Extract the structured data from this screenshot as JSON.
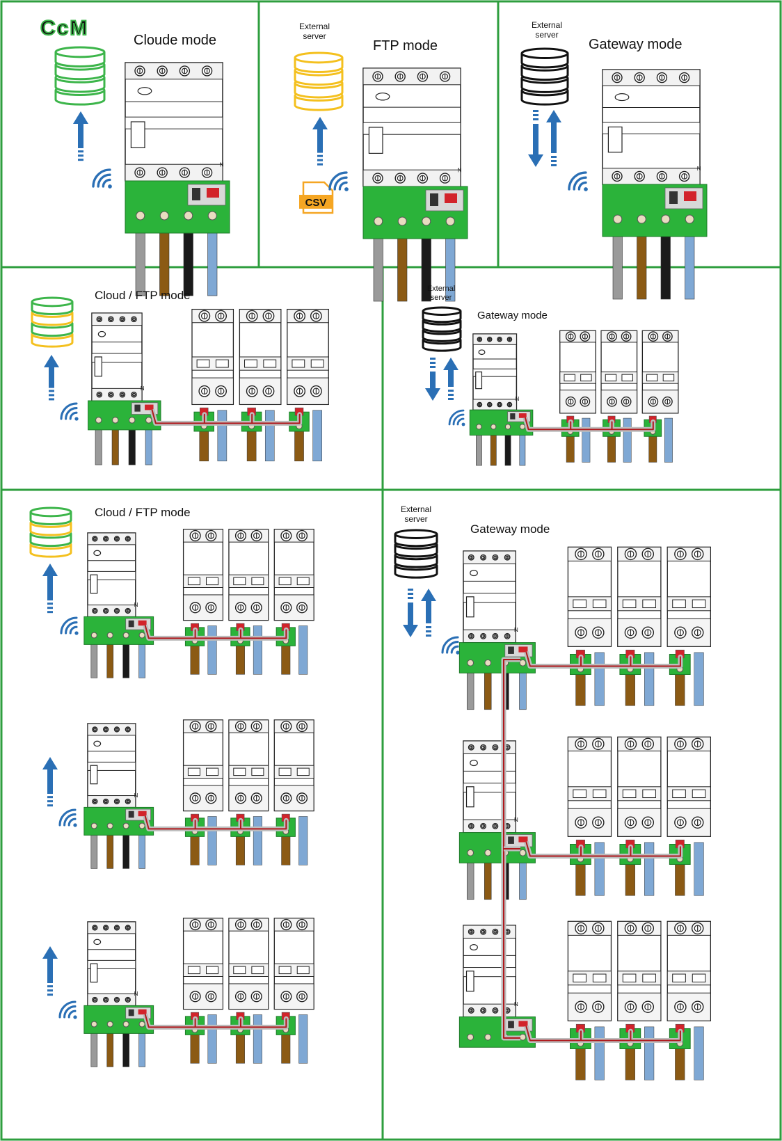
{
  "logo": {
    "text": "CcM"
  },
  "labels": {
    "external_server": [
      "External",
      "server"
    ],
    "csv": "CSV",
    "neutral": "N"
  },
  "panels": [
    {
      "id": "p1",
      "title": "Cloude mode",
      "db_color": "green",
      "arrows": "up",
      "wifi": true,
      "show_logo": true,
      "external": false,
      "csv": false
    },
    {
      "id": "p2",
      "title": "FTP mode",
      "db_color": "yellow",
      "arrows": "up",
      "wifi": true,
      "show_logo": false,
      "external": true,
      "csv": true
    },
    {
      "id": "p3",
      "title": "Gateway mode",
      "db_color": "black",
      "arrows": "updown",
      "wifi": true,
      "show_logo": false,
      "external": true,
      "csv": false
    },
    {
      "id": "p4",
      "title": "Cloud / FTP mode",
      "db_color": "greenyellow",
      "arrows": "up",
      "wifi": true,
      "external": false
    },
    {
      "id": "p5",
      "title": "Gateway mode",
      "db_color": "black",
      "arrows": "updown",
      "wifi": true,
      "external": true
    },
    {
      "id": "p6",
      "title": "Cloud / FTP mode",
      "db_color": "greenyellow",
      "arrows": "up",
      "wifi": true,
      "external": false
    },
    {
      "id": "p7",
      "title": "Gateway mode",
      "db_color": "black",
      "arrows": "updown",
      "wifi": true,
      "external": true
    }
  ],
  "colors": {
    "border": "#2e9e3e",
    "module_green": "#2bb33a",
    "arrow_blue": "#2a6fb5",
    "db_green": "#3cb54a",
    "db_yellow": "#f4c01e",
    "db_black": "#111111",
    "csv_orange": "#f5a623",
    "bus_red": "#b0181c",
    "cable_grey": "#9a9a9a",
    "cable_brown": "#8b5a14",
    "cable_black": "#1a1a1a",
    "cable_blue": "#7fa8d4"
  }
}
